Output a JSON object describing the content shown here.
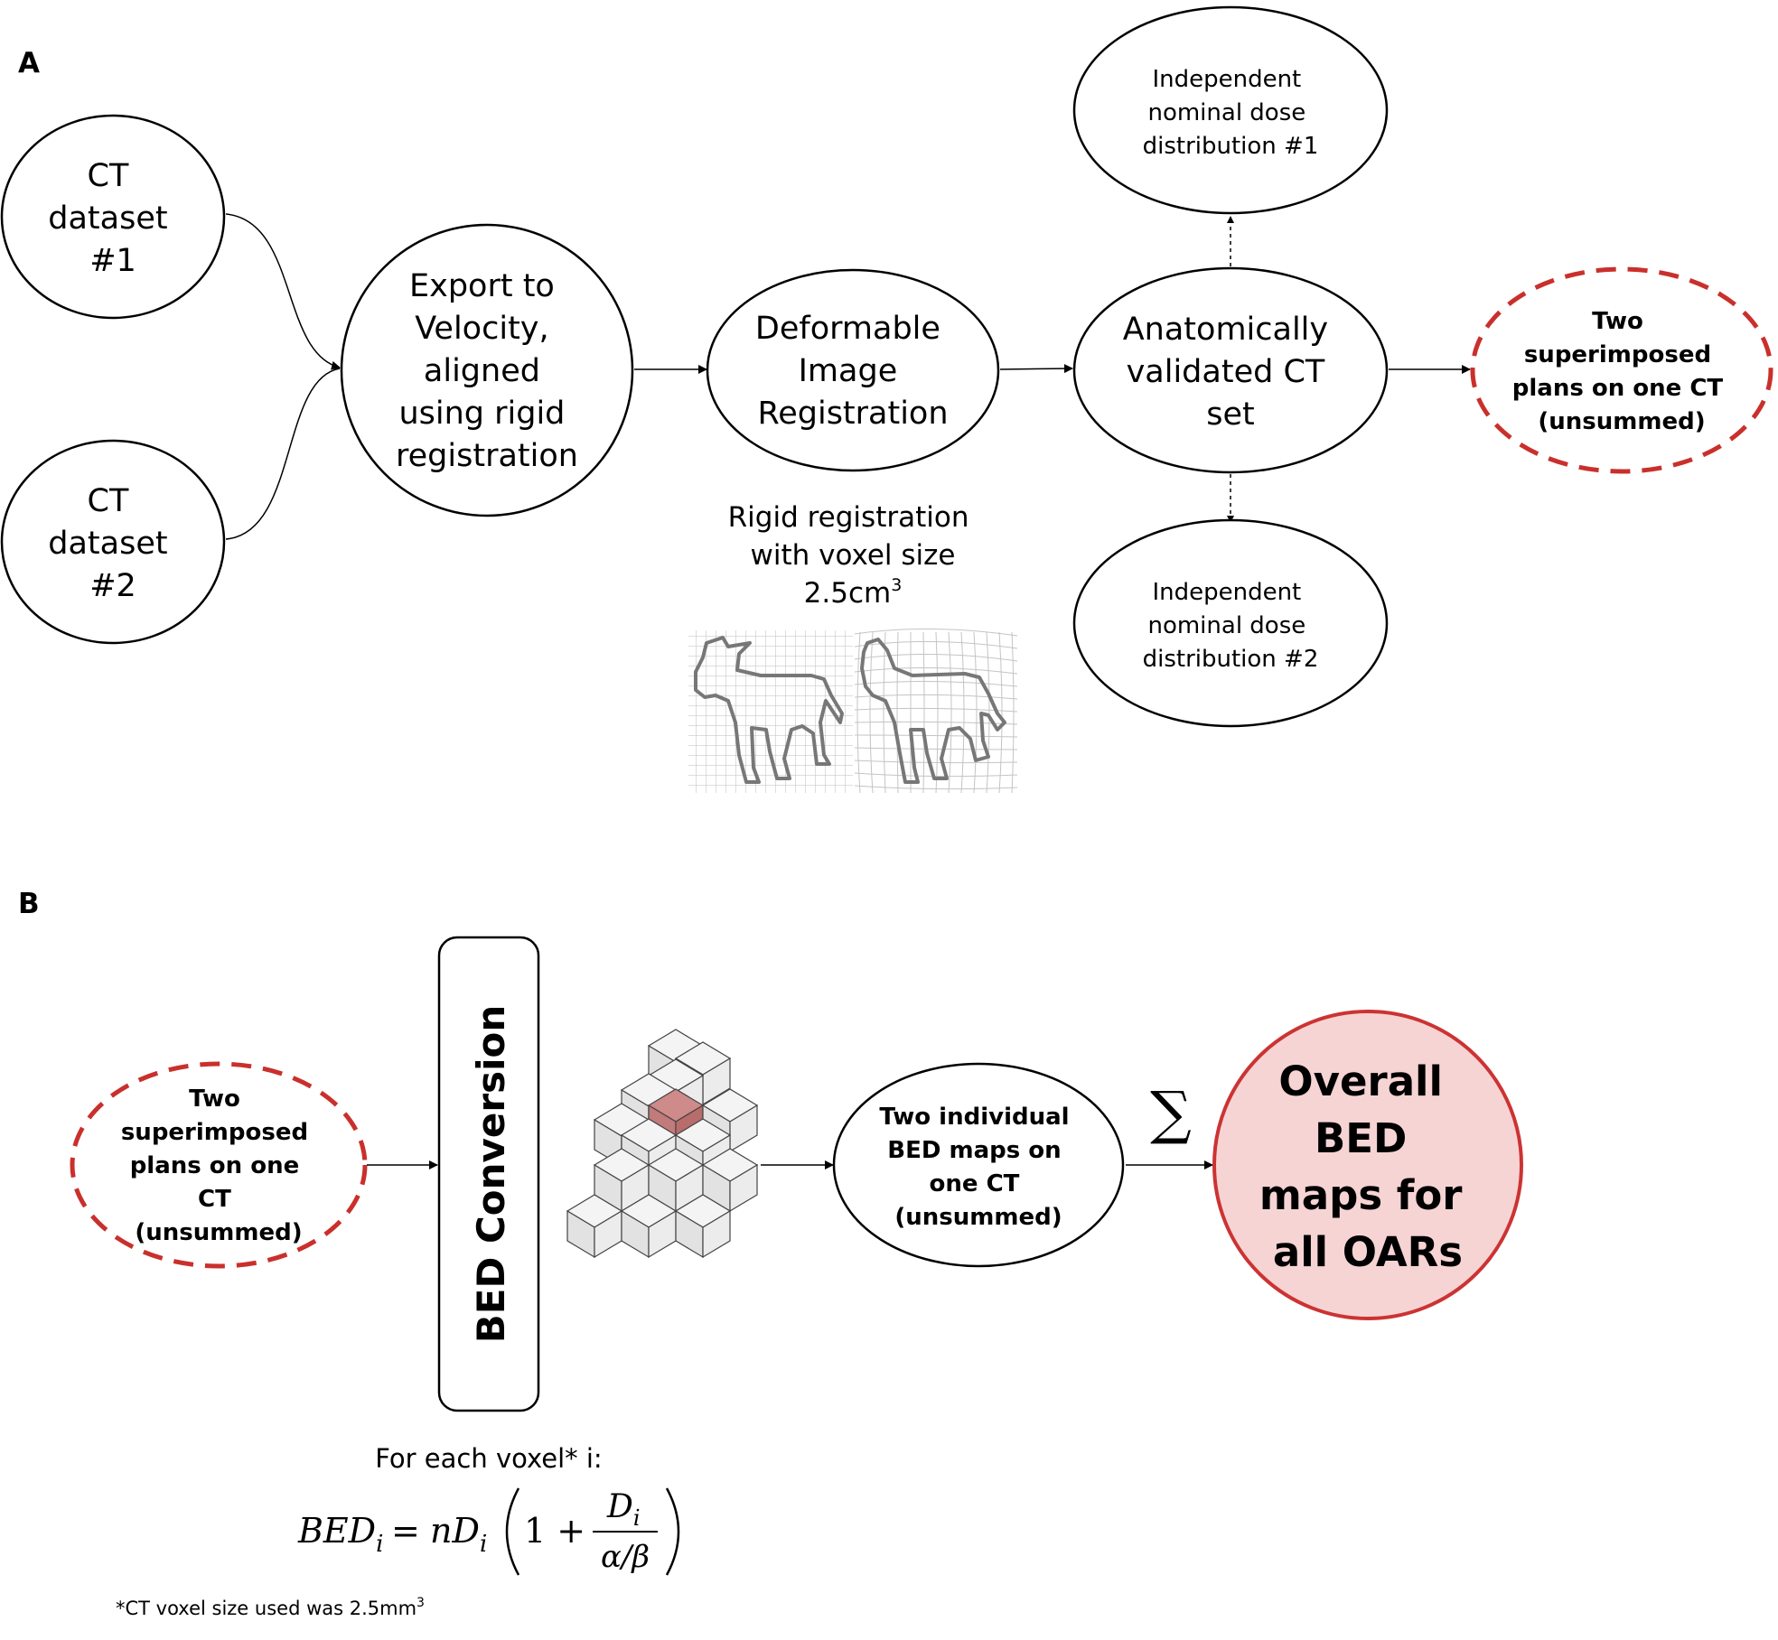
{
  "panel_a": {
    "label": "A",
    "ct1": [
      "CT",
      "dataset",
      "#1"
    ],
    "ct2": [
      "CT",
      "dataset",
      "#2"
    ],
    "export": [
      "Export to",
      "Velocity,",
      "aligned",
      "using rigid",
      "registration"
    ],
    "dir": [
      "Deformable",
      "Image",
      "Registration"
    ],
    "validated": [
      "Anatomically",
      "validated CT",
      "set"
    ],
    "dose1": [
      "Independent",
      "nominal dose",
      "distribution #1"
    ],
    "dose2": [
      "Independent",
      "nominal dose",
      "distribution #2"
    ],
    "superimposed": [
      "Two",
      "superimposed",
      "plans on one CT",
      "(unsummed)"
    ],
    "rigid_caption": [
      "Rigid registration",
      "with voxel size"
    ],
    "voxel_size": "2.5cm",
    "voxel_unit_exp": "3"
  },
  "panel_b": {
    "label": "B",
    "superimposed": [
      "Two",
      "superimposed",
      "plans on one",
      "CT",
      "(unsummed)"
    ],
    "bed_conversion": "BED Conversion",
    "individual_maps": [
      "Two individual",
      "BED maps on",
      "one CT",
      "(unsummed)"
    ],
    "sum_symbol": "∑",
    "overall": [
      "Overall",
      "BED",
      "maps for",
      "all OARs"
    ],
    "formula_intro": "For each voxel* i:",
    "formula": {
      "lhs": "BED",
      "sub": "i",
      "eq": "=",
      "n": "n",
      "D": "D",
      "one_plus": "1 +",
      "den": "α/β"
    },
    "footnote": "*CT voxel size used was 2.5mm",
    "footnote_exp": "3"
  },
  "colors": {
    "red_dashed": "#c9302c",
    "overall_fill": "#f6d4d4",
    "overall_stroke": "#cc3333",
    "highlight_cube": "#cf8a8a"
  }
}
